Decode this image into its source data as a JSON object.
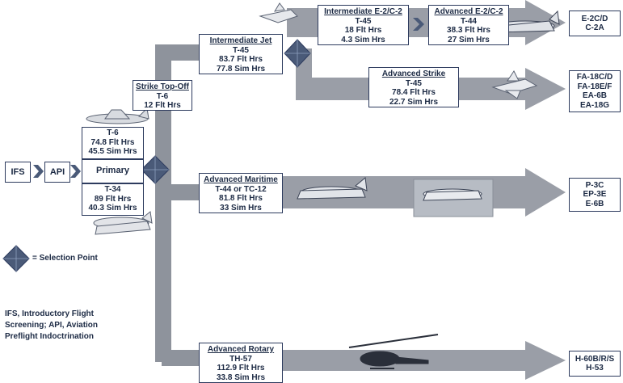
{
  "stages": {
    "ifs": "IFS",
    "api": "API",
    "primary": {
      "label": "Primary",
      "t6": {
        "aircraft": "T-6",
        "flt": "74.8 Flt Hrs",
        "sim": "45.5 Sim Hrs"
      },
      "t34": {
        "aircraft": "T-34",
        "flt": "89 Flt Hrs",
        "sim": "40.3 Sim Hrs"
      }
    },
    "strike_topoff": {
      "title": "Strike Top-Off",
      "aircraft": "T-6",
      "flt": "12 Flt Hrs"
    },
    "intermediate_jet": {
      "title": "Intermediate Jet",
      "aircraft": "T-45",
      "flt": "83.7 Flt Hrs",
      "sim": "77.8 Sim Hrs"
    },
    "intermediate_e2c2": {
      "title": "Intermediate E-2/C-2",
      "aircraft": "T-45",
      "flt": "18 Flt Hrs",
      "sim": "4.3 Sim Hrs"
    },
    "advanced_e2c2": {
      "title": "Advanced E-2/C-2",
      "aircraft": "T-44",
      "flt": "38.3 Flt Hrs",
      "sim": "27 Sim Hrs"
    },
    "advanced_strike": {
      "title": "Advanced Strike",
      "aircraft": "T-45",
      "flt": "78.4 Flt Hrs",
      "sim": "22.7 Sim Hrs"
    },
    "advanced_maritime": {
      "title": "Advanced Maritime",
      "aircraft": "T-44 or TC-12",
      "flt": "81.8 Flt Hrs",
      "sim": "33 Sim Hrs"
    },
    "advanced_rotary": {
      "title": "Advanced Rotary",
      "aircraft": "TH-57",
      "flt": "112.9 Flt Hrs",
      "sim": "33.8 Sim Hrs"
    }
  },
  "destinations": {
    "e2c2": [
      "E-2C/D",
      "C-2A"
    ],
    "strike": [
      "FA-18C/D",
      "FA-18E/F",
      "EA-6B",
      "EA-18G"
    ],
    "maritime": [
      "P-3C",
      "EP-3E",
      "E-6B"
    ],
    "rotary": [
      "H-60B/R/S",
      "H-53"
    ]
  },
  "legend": {
    "selection_point": "= Selection Point"
  },
  "footnote": [
    "IFS, Introductory Flight",
    "Screening; API, Aviation",
    "Preflight Indoctrination"
  ],
  "colors": {
    "arrow": "#8a8f99",
    "arrow_light": "#a3a7af",
    "box_border": "#2d3b5e",
    "text": "#1c2a44",
    "diamond": "#4a5a78"
  }
}
